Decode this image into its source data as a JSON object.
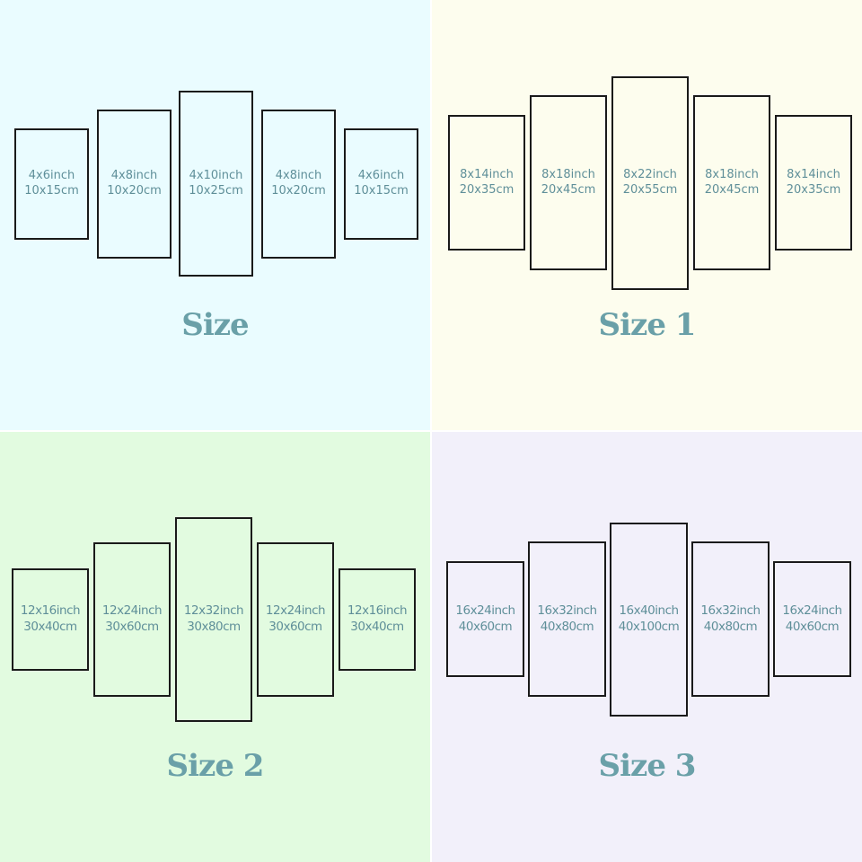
{
  "sets": [
    {
      "title": "Size",
      "panels": [
        {
          "inch": "4x6inch",
          "cm": "10x15cm"
        },
        {
          "inch": "4x8inch",
          "cm": "10x20cm"
        },
        {
          "inch": "4x10inch",
          "cm": "10x25cm"
        },
        {
          "inch": "4x8inch",
          "cm": "10x20cm"
        },
        {
          "inch": "4x6inch",
          "cm": "10x15cm"
        }
      ]
    },
    {
      "title": "Size 1",
      "panels": [
        {
          "inch": "8x14inch",
          "cm": "20x35cm"
        },
        {
          "inch": "8x18inch",
          "cm": "20x45cm"
        },
        {
          "inch": "8x22inch",
          "cm": "20x55cm"
        },
        {
          "inch": "8x18inch",
          "cm": "20x45cm"
        },
        {
          "inch": "8x14inch",
          "cm": "20x35cm"
        }
      ]
    },
    {
      "title": "Size 2",
      "panels": [
        {
          "inch": "12x16inch",
          "cm": "30x40cm"
        },
        {
          "inch": "12x24inch",
          "cm": "30x60cm"
        },
        {
          "inch": "12x32inch",
          "cm": "30x80cm"
        },
        {
          "inch": "12x24inch",
          "cm": "30x60cm"
        },
        {
          "inch": "12x16inch",
          "cm": "30x40cm"
        }
      ]
    },
    {
      "title": "Size 3",
      "panels": [
        {
          "inch": "16x24inch",
          "cm": "40x60cm"
        },
        {
          "inch": "16x32inch",
          "cm": "40x80cm"
        },
        {
          "inch": "16x40inch",
          "cm": "40x100cm"
        },
        {
          "inch": "16x32inch",
          "cm": "40x80cm"
        },
        {
          "inch": "16x24inch",
          "cm": "40x60cm"
        }
      ]
    }
  ]
}
